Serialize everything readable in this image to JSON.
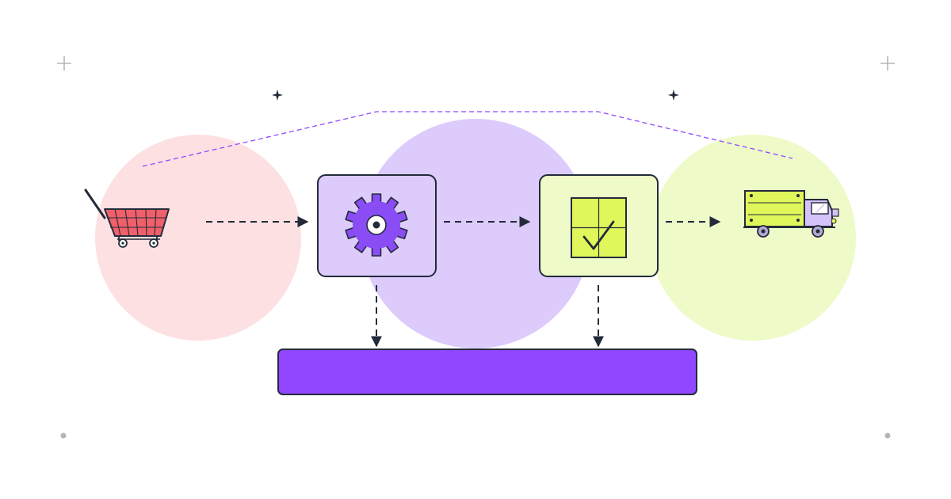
{
  "diagram": {
    "kind": "order-fulfillment-flow",
    "stages": [
      {
        "id": "cart",
        "icon": "shopping-cart-icon",
        "bg_color": "#fde0e2",
        "icon_color": "#f0606a"
      },
      {
        "id": "processing",
        "icon": "gear-icon",
        "bg_color": "#dccbfb",
        "icon_color": "#8a4cf5"
      },
      {
        "id": "verification",
        "icon": "checkmark-document-icon",
        "bg_color": "#eefac8",
        "icon_color": "#e0f65a"
      },
      {
        "id": "delivery",
        "icon": "delivery-truck-icon",
        "bg_color": "#eefac8",
        "icon_color": "#e0f65a"
      }
    ],
    "bar": {
      "color": "#9147ff",
      "label": ""
    },
    "colors": {
      "outline": "#232b3a",
      "accent_dashed": "#9147ff",
      "corner_marks": "#b0b0b0"
    }
  }
}
